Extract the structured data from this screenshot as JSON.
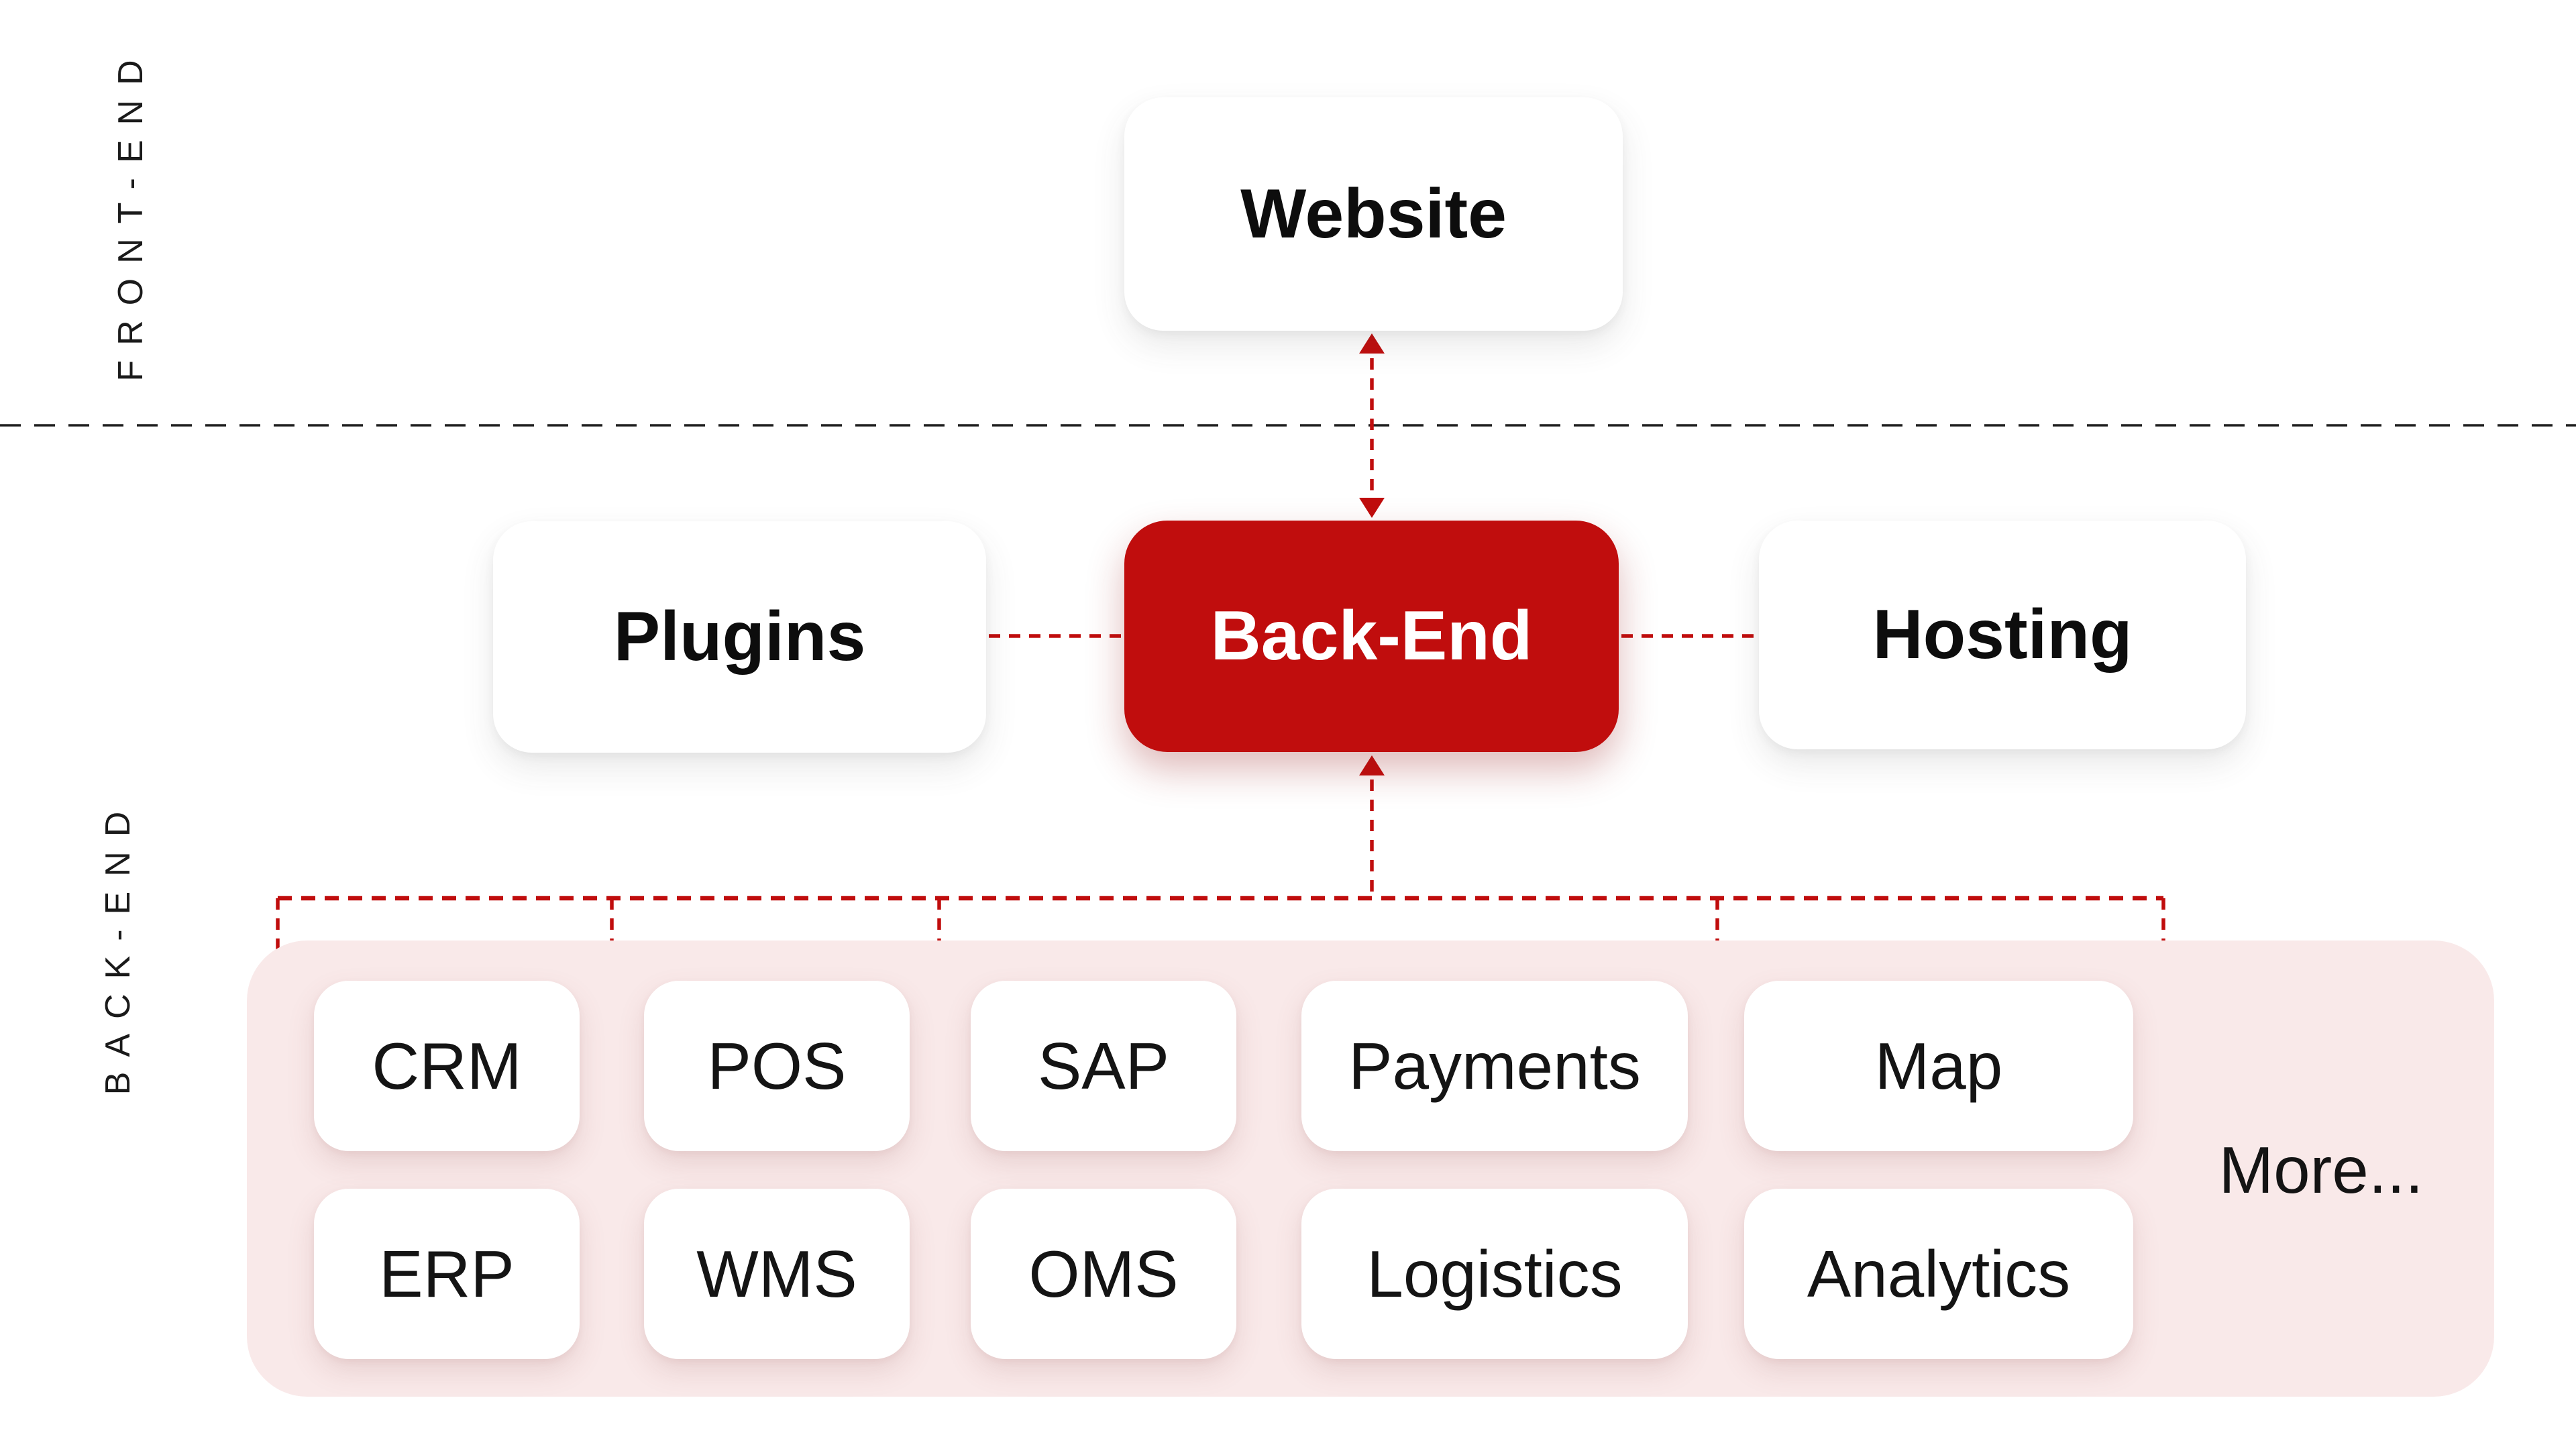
{
  "sections": {
    "front_end": "FRONT-END",
    "back_end": "BACK-END"
  },
  "nodes": {
    "website": "Website",
    "plugins": "Plugins",
    "backend": "Back-End",
    "hosting": "Hosting",
    "more": "More...",
    "integrations_row1": [
      "CRM",
      "POS",
      "SAP",
      "Payments",
      "Map"
    ],
    "integrations_row2": [
      "ERP",
      "WMS",
      "OMS",
      "Logistics",
      "Analytics"
    ]
  },
  "colors": {
    "accent_red": "#C00D0D",
    "panel_pink": "#F9E9E9",
    "divider_ink": "#1F1F1F",
    "text_ink": "#0D0D0D",
    "box_bg": "#FFFFFF",
    "backend_text": "#FFFFFF"
  }
}
